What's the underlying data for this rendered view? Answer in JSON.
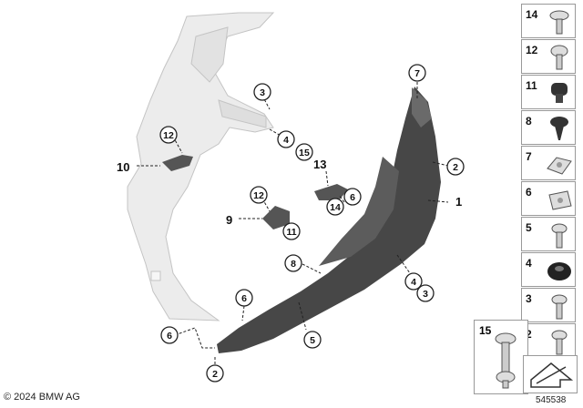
{
  "diagram": {
    "callouts": [
      "1",
      "2",
      "3",
      "4",
      "5",
      "6",
      "7",
      "8",
      "9",
      "10",
      "11",
      "12",
      "13",
      "14",
      "15"
    ],
    "legend": [
      {
        "num": "14",
        "icon": "screw-icon"
      },
      {
        "num": "12",
        "icon": "screw-icon"
      },
      {
        "num": "11",
        "icon": "rivet-icon"
      },
      {
        "num": "8",
        "icon": "expanding-rivet-icon"
      },
      {
        "num": "7",
        "icon": "clip-nut-icon"
      },
      {
        "num": "6",
        "icon": "clip-nut-icon"
      },
      {
        "num": "5",
        "icon": "screw-icon"
      },
      {
        "num": "4",
        "icon": "grommet-icon"
      },
      {
        "num": "3",
        "icon": "screw-icon"
      },
      {
        "num": "2",
        "icon": "screw-icon"
      }
    ],
    "tile15": {
      "num": "15",
      "icon": "bolt-icon"
    },
    "copyright": "© 2024 BMW AG",
    "doc_number": "545538"
  }
}
